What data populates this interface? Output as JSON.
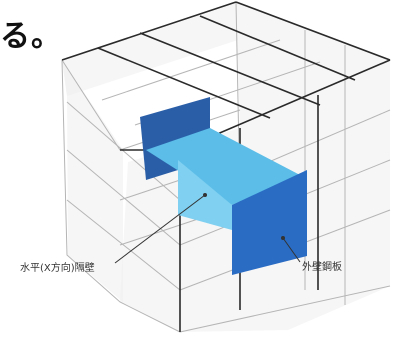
{
  "heading_fragment": "る。",
  "labels": {
    "horizontal_wall": "水平(X方向)隔壁",
    "outer_steel_plate": "外壁鋼板"
  },
  "colors": {
    "frame": "#2a2a2a",
    "grid_line": "#b9b9b9",
    "box_fill": "#ececec",
    "horizontal_wall_fill": "#5bbde8",
    "horizontal_wall_dark": "#2a5fa8",
    "outer_plate_fill": "#2a6cc4",
    "text": "#333333"
  }
}
